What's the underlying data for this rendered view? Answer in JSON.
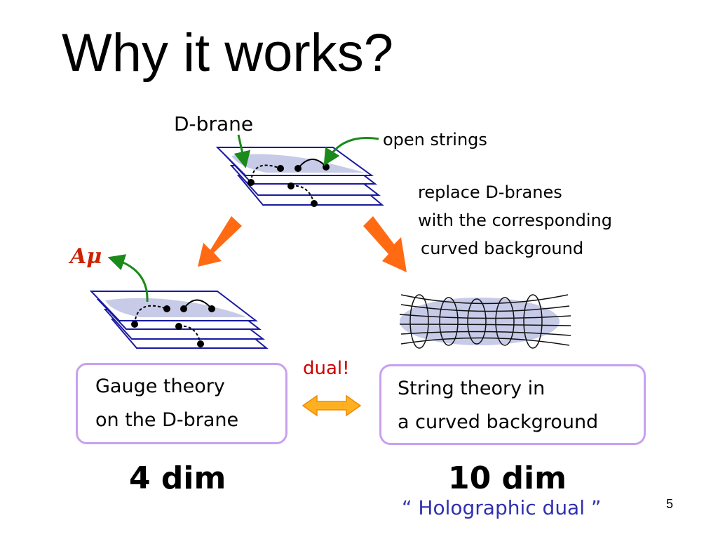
{
  "slide": {
    "title": "Why it works?",
    "labels": {
      "dbrane": "D-brane",
      "open_strings": "open strings",
      "replace_lines": [
        "replace D-branes",
        "with the corresponding",
        " curved background"
      ],
      "gauge_field": "Aμ",
      "dual": "dual!"
    },
    "left_box": {
      "lines": [
        "Gauge theory",
        "on the D-brane"
      ]
    },
    "right_box": {
      "lines": [
        "String theory in",
        "a curved background"
      ]
    },
    "left_dim": "4 dim",
    "right_dim": "10 dim",
    "holographic": "“ Holographic dual ”",
    "page_number": "5"
  },
  "colors": {
    "orange_arrow": "#ff6a13",
    "green_arrow": "#1a8a1a",
    "box_border": "#c9a0f0",
    "dual_text": "#cc0000",
    "holographic_text": "#3030b0",
    "brane_fill": "#c7cbe8",
    "brane_stroke": "#1a1aa0"
  },
  "icons": [
    "orange-down-arrow",
    "double-headed-arrow",
    "green-curved-arrow"
  ]
}
